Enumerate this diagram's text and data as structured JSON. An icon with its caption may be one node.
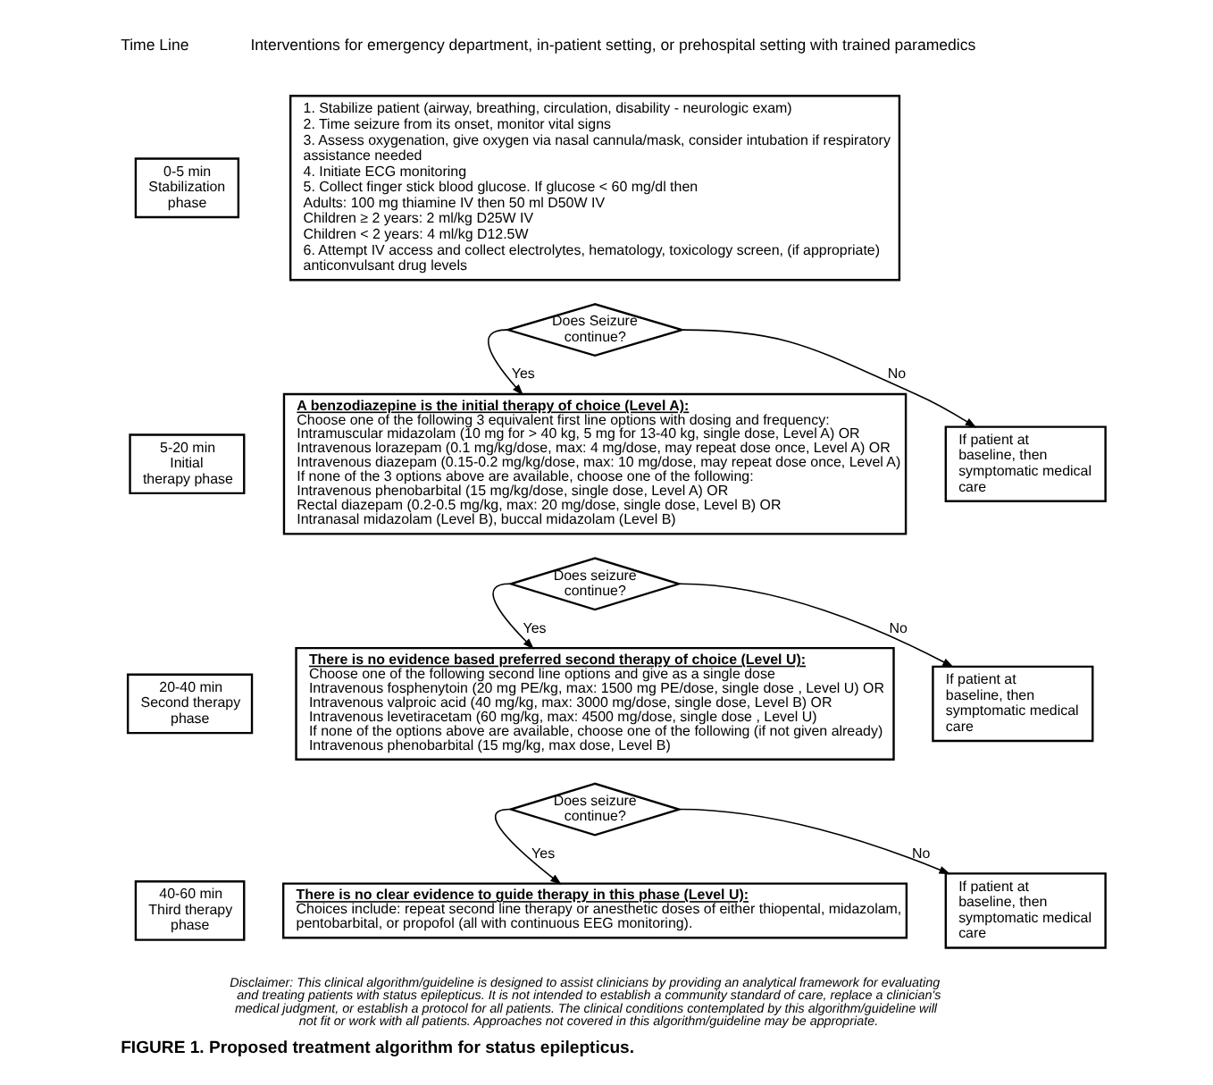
{
  "diagram": {
    "caption": "FIGURE 1. Proposed treatment algorithm for status epilepticus.",
    "nodes": [
      {
        "text": [
          "0-5 min Stabilization phase"
        ]
      },
      {
        "text": [
          "1. Stabilize patient (airway, breathing, circulation, disability - neurologic exam)",
          "2. Time seizure from its onset, monitor vital signs",
          "3. Assess oxygenation, give oxygen via nasal cannula/mask, consider intubation if respiratory assistance needed",
          "4. Initiate ECG monitoring",
          "5. Collect finger stick blood glucose. If glucose < 60 mg/dl then",
          "Adults: 100 mg thiamine IV then 50 ml D50W IV",
          "Children ≥ 2 years: 2 ml/kg D25W IV",
          "Children < 2 years: 4 ml/kg D12.5W",
          "6. Attempt IV access and collect electrolytes, hematology, toxicology screen, (if appropriate) anticonvulsant drug levels"
        ]
      },
      {
        "text": [
          "Does Seizure continue?"
        ]
      },
      {
        "text": [
          "5-20 min Initial therapy phase"
        ]
      },
      {
        "text": [
          "A benzodiazepine is the initial therapy of choice (Level A):",
          "Choose one of the following 3 equivalent first line options with dosing and frequency:",
          "Intramuscular midazolam (10 mg for > 40 kg, 5 mg for 13-40 kg, single dose, Level A) OR",
          "Intravenous lorazepam (0.1 mg/kg/dose, max: 4 mg/dose, may repeat dose once, Level A) OR",
          "Intravenous diazepam (0.15-0.2 mg/kg/dose, max: 10 mg/dose, may repeat dose once, Level A)",
          "If none of the 3 options above are available, choose one of the following:",
          "Intravenous phenobarbital (15 mg/kg/dose, single dose, Level A) OR",
          "Rectal diazepam (0.2-0.5 mg/kg, max: 20 mg/dose, single dose, Level B) OR",
          "Intranasal midazolam (Level B), buccal midazolam (Level B)"
        ]
      },
      {
        "text": [
          "If patient at baseline, then symptomatic medical care"
        ]
      },
      {
        "text": [
          "Does seizure continue?"
        ]
      },
      {
        "text": [
          "20-40 min Second therapy phase"
        ]
      },
      {
        "text": [
          "There is no evidence based preferred second therapy of choice (Level U):",
          "Choose one of the following second line options and give as a single dose",
          "Intravenous fosphenytoin (20 mg PE/kg, max: 1500 mg PE/dose, single dose , Level U) OR",
          "Intravenous valproic acid (40 mg/kg, max: 3000 mg/dose, single dose, Level B) OR",
          "Intravenous levetiracetam (60 mg/kg, max: 4500 mg/dose, single dose , Level U)",
          "If none of the options above are available, choose one of the following (if not given already)",
          "Intravenous phenobarbital (15 mg/kg, max dose, Level B)"
        ]
      },
      {
        "text": [
          "If patient at baseline, then symptomatic medical care"
        ]
      },
      {
        "text": [
          "Does seizure continue?"
        ]
      },
      {
        "text": [
          "40-60 min Third therapy phase"
        ]
      },
      {
        "text": [
          "There is no clear evidence to guide therapy in this phase (Level U):",
          "Choices include: repeat second line therapy or anesthetic doses of either thiopental, midazolam, pentobarbital, or propofol (all with continuous EEG monitoring)."
        ]
      },
      {
        "text": [
          "If patient at baseline, then symptomatic medical care"
        ]
      }
    ],
    "edges": [
      {
        "from": 2,
        "to": 4,
        "arrow": "to",
        "label": "Yes"
      },
      {
        "from": 2,
        "to": 5,
        "arrow": "to",
        "label": "No"
      },
      {
        "from": 6,
        "to": 8,
        "arrow": "to",
        "label": "Yes"
      },
      {
        "from": 6,
        "to": 9,
        "arrow": "to",
        "label": "No"
      },
      {
        "from": 10,
        "to": 12,
        "arrow": "to",
        "label": "Yes"
      },
      {
        "from": 10,
        "to": 13,
        "arrow": "to",
        "label": "No"
      }
    ],
    "labels": [
      "Time Line",
      "Interventions for emergency department, in-patient setting, or prehospital setting with trained paramedics",
      "Disclaimer: This clinical algorithm/guideline is designed to assist clinicians by providing an analytical framework for evaluating and treating patients with status epilepticus. It is not intended to establish a community standard of care, replace a clinician's medical judgment, or establish a protocol for all patients. The clinical conditions contemplated by this algorithm/guideline will not fit or work with all patients. Approaches not covered in this algorithm/guideline may be appropriate."
    ]
  }
}
